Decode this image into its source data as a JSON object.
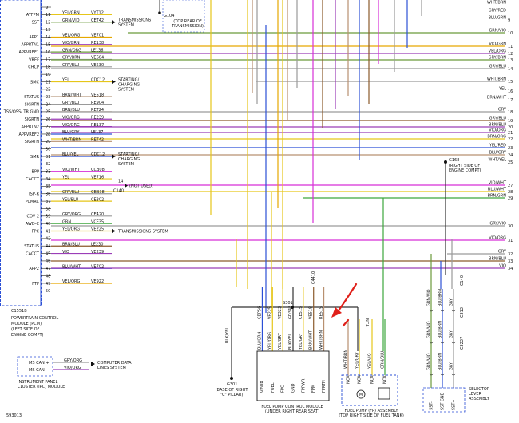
{
  "figure_code": "593013",
  "pcm": {
    "title_lines": [
      "POWERTRAIN CONTROL",
      "MODULE (PCM)",
      "(LEFT SIDE OF",
      "ENGINE COMPT)"
    ],
    "connector_code": "C1551B",
    "pins": [
      {
        "pin": "9",
        "name": "",
        "color": "",
        "circuit": "",
        "wire": ""
      },
      {
        "pin": "11",
        "name": "ATFPM",
        "color": "YEL/GRN",
        "circuit": "VYT12",
        "wire": "#e6c619"
      },
      {
        "pin": "12",
        "name": "SST",
        "color": "GRN/VIO",
        "circuit": "CET42",
        "wire": "#6a9a3a"
      },
      {
        "pin": "13",
        "name": "",
        "color": "",
        "circuit": "",
        "wire": ""
      },
      {
        "pin": "14",
        "name": "APP1",
        "color": "VEL/ORG",
        "circuit": "VE701",
        "wire": "#e6a800"
      },
      {
        "pin": "15",
        "name": "APPRTN1",
        "color": "VIO/GRN",
        "circuit": "RE138",
        "wire": "#9b3db8"
      },
      {
        "pin": "16",
        "name": "APPVREF1",
        "color": "GRN/ORG",
        "circuit": "LE136",
        "wire": "#6a9a3a"
      },
      {
        "pin": "17",
        "name": "VREF",
        "color": "GRY/BRN",
        "circuit": "VE604",
        "wire": "#9a9a9a"
      },
      {
        "pin": "18",
        "name": "CHCP",
        "color": "GRY/BLU",
        "circuit": "VE530",
        "wire": "#9a9a9a"
      },
      {
        "pin": "19",
        "name": "",
        "color": "",
        "circuit": "",
        "wire": ""
      },
      {
        "pin": "21",
        "name": "SMC",
        "color": "YEL",
        "circuit": "CDC12",
        "wire": "#e6c619"
      },
      {
        "pin": "22",
        "name": "",
        "color": "",
        "circuit": "",
        "wire": ""
      },
      {
        "pin": "23",
        "name": "STATUS",
        "color": "BRN/WHT",
        "circuit": "VE518",
        "wire": "#8b5a2b"
      },
      {
        "pin": "24",
        "name": "SIGRTN",
        "color": "GRY/BLU",
        "circuit": "RE904",
        "wire": "#9a9a9a"
      },
      {
        "pin": "25",
        "name": "TSS/OSS/ TR GND",
        "color": "BRN/BLU",
        "circuit": "RET24",
        "wire": "#8b5a2b"
      },
      {
        "pin": "26",
        "name": "SIGRTN",
        "color": "VIO/ORG",
        "circuit": "RE239",
        "wire": "#9b3db8"
      },
      {
        "pin": "27",
        "name": "APPRTN2",
        "color": "VIO/ORG",
        "circuit": "RE137",
        "wire": "#9b3db8"
      },
      {
        "pin": "28",
        "name": "APPVREF2",
        "color": "BLU/GRY",
        "circuit": "LE137",
        "wire": "#2b4fd6"
      },
      {
        "pin": "29",
        "name": "SIGRTN",
        "color": "WHT/BRN",
        "circuit": "RET42",
        "wire": "#b89070"
      },
      {
        "pin": "30",
        "name": "",
        "color": "",
        "circuit": "",
        "wire": ""
      },
      {
        "pin": "31",
        "name": "SMR",
        "color": "BLU/YEL",
        "circuit": "CDC12",
        "wire": "#2b4fd6"
      },
      {
        "pin": "32",
        "name": "",
        "color": "",
        "circuit": "",
        "wire": ""
      },
      {
        "pin": "33",
        "name": "BPP",
        "color": "VIO/WHT",
        "circuit": "CCB08",
        "wire": "#d72fd7"
      },
      {
        "pin": "34",
        "name": "CACCT",
        "color": "YEL",
        "circuit": "VE716",
        "wire": "#e6c619"
      },
      {
        "pin": "35",
        "name": "",
        "color": "",
        "circuit": "",
        "wire": ""
      },
      {
        "pin": "36",
        "name": "ISP-R",
        "color": "GRY/BLU",
        "circuit": "CBB38",
        "wire": "#9a9a9a"
      },
      {
        "pin": "37",
        "name": "PCMRC",
        "color": "YEL/BLU",
        "circuit": "CE302",
        "wire": "#e6c619"
      },
      {
        "pin": "38",
        "name": "",
        "color": "",
        "circuit": "",
        "wire": ""
      },
      {
        "pin": "39",
        "name": "COV 2",
        "color": "GRY/ORG",
        "circuit": "CE420",
        "wire": "#9a9a9a"
      },
      {
        "pin": "40",
        "name": "AWD-C",
        "color": "GRN",
        "circuit": "VCF35",
        "wire": "#3da63d"
      },
      {
        "pin": "41",
        "name": "FPC",
        "color": "YEL/ORG",
        "circuit": "VE225",
        "wire": "#e6c619"
      },
      {
        "pin": "42",
        "name": "",
        "color": "",
        "circuit": "",
        "wire": ""
      },
      {
        "pin": "44",
        "name": "STATUS",
        "color": "BRN/BLU",
        "circuit": "LE230",
        "wire": "#8b5a2b"
      },
      {
        "pin": "45",
        "name": "CACCT",
        "color": "VIO",
        "circuit": "VE239",
        "wire": "#9b3db8"
      },
      {
        "pin": "46",
        "name": "",
        "color": "",
        "circuit": "",
        "wire": ""
      },
      {
        "pin": "47",
        "name": "APP2",
        "color": "BLU/WHT",
        "circuit": "VE702",
        "wire": "#2b4fd6"
      },
      {
        "pin": "48",
        "name": "",
        "color": "",
        "circuit": "",
        "wire": ""
      },
      {
        "pin": "49",
        "name": "FTP",
        "color": "VEL/ORG",
        "circuit": "VE922",
        "wire": "#e6a800"
      },
      {
        "pin": "50",
        "name": "",
        "color": "",
        "circuit": "",
        "wire": ""
      }
    ],
    "arrow_notes": [
      {
        "pin": "12",
        "lines": [
          "TRANSMISSIONS",
          "SYSTEM"
        ]
      },
      {
        "pin": "21",
        "lines": [
          "STARTING/",
          "CHARGING",
          "SYSTEM"
        ]
      },
      {
        "pin": "31",
        "lines": [
          "STARTING/",
          "CHARGING",
          "SYSTEM"
        ]
      },
      {
        "pin": "41",
        "lines": [
          "TRANSMISSIONS SYSTEM"
        ]
      }
    ],
    "not_used_note": {
      "pin": "14",
      "connector": "C140",
      "text": "(NOT USED)"
    }
  },
  "g104": {
    "label": "G104",
    "desc": [
      "(TOP REAR OF",
      "TRANSMISSION)"
    ]
  },
  "right_labels": [
    {
      "text": "WHT/BRN",
      "pin": ""
    },
    {
      "text": "GRY/RED",
      "pin": ""
    },
    {
      "text": "BLU/GRN",
      "pin": "9"
    },
    {
      "text": "GRN/VIO",
      "pin": "10"
    },
    {
      "text": "VIO/GRN",
      "pin": "11"
    },
    {
      "text": "VEL/ORG",
      "pin": "12"
    },
    {
      "text": "GRY/BRN",
      "pin": "13"
    },
    {
      "text": "GRY/BLU",
      "pin": "14"
    },
    {
      "text": "WHT/BRN",
      "pin": "15"
    },
    {
      "text": "YEL",
      "pin": "16"
    },
    {
      "text": "BRN/WHT",
      "pin": "17"
    },
    {
      "text": "GRY",
      "pin": "18"
    },
    {
      "text": "GRY/BLU",
      "pin": "19"
    },
    {
      "text": "BRN/BLU",
      "pin": "20"
    },
    {
      "text": "VIO/ORG",
      "pin": "21"
    },
    {
      "text": "BRN/ORG",
      "pin": "22"
    },
    {
      "text": "YEL/RED",
      "pin": "23"
    },
    {
      "text": "BLU/GRY",
      "pin": "24"
    },
    {
      "text": "WHT/YEL",
      "pin": "25"
    },
    {
      "text": "VIO/WHT",
      "pin": "27"
    },
    {
      "text": "BLU/WHT",
      "pin": "28"
    },
    {
      "text": "BRN/GRN",
      "pin": "29"
    },
    {
      "text": "GRY/VIO",
      "pin": "30"
    },
    {
      "text": "VIO/ORG",
      "pin": "31"
    },
    {
      "text": "GRY",
      "pin": "32"
    },
    {
      "text": "BRN/BLU",
      "pin": "33"
    },
    {
      "text": "VIO",
      "pin": "34"
    }
  ],
  "g168": {
    "label": "G168",
    "desc": [
      "(RIGHT SIDE OF",
      "ENGINE COMPT)"
    ]
  },
  "s301": {
    "label": "S301"
  },
  "g301": {
    "label": "G301",
    "desc": [
      "(BASE OF RIGHT",
      "\"C\" PILLAR)"
    ]
  },
  "fpcm": {
    "title_lines": [
      "FUEL PUMP CONTROL MODULE",
      "(UNDER RIGHT REAR SEAT)"
    ],
    "pins": [
      {
        "name": "VPWR",
        "color": "BLU/GRN",
        "circuit": "CBP56",
        "wire": "#2b4fd6"
      },
      {
        "name": "FUEL",
        "color": "YEL/ORG",
        "circuit": "VE225",
        "wire": "#e6c619"
      },
      {
        "name": "FPC",
        "color": "YEL/GRY",
        "circuit": "VE323",
        "wire": "#e6c619"
      },
      {
        "name": "GND",
        "color": "BLK/YEL",
        "circuit": "GD348",
        "wire": "#333333"
      },
      {
        "name": "FPPWR",
        "color": "YEL/GRY",
        "circuit": "CE515",
        "wire": "#e6c619"
      },
      {
        "name": "FPM",
        "color": "BRN/WHT",
        "circuit": "VE518",
        "wire": "#8b5a2b"
      },
      {
        "name": "FPRTN",
        "color": "WHT/BRN",
        "circuit": "RE515",
        "wire": "#b89070"
      }
    ],
    "extra_connector": "C4410"
  },
  "pump": {
    "title_lines": [
      "FUEL PUMP (FP) ASSEMBLY",
      "(TOP RIGHT SIDE OF FUEL TANK)"
    ],
    "pins": [
      {
        "code": "NCA",
        "color": "WHT/BRN",
        "wire": "#b89070"
      },
      {
        "code": "NCA",
        "color": "YEL/GRY",
        "wire": "#e6c619"
      },
      {
        "code": "NCA",
        "color": "YEL/VIO",
        "wire": "#e6c619"
      },
      {
        "code": "NCA",
        "color": "GRN/BLU",
        "wire": "#3da63d"
      }
    ],
    "top_code": "NCA"
  },
  "ipc": {
    "rows": [
      {
        "label": "MS CAN +",
        "color": "GRY/ORG",
        "wire": "#9a9a9a"
      },
      {
        "label": "MS CAN -",
        "color": "VIO/ORG",
        "wire": "#9b3db8"
      }
    ],
    "arrow_note": [
      "COMPUTER DATA",
      "LINES SYSTEM"
    ],
    "title_lines": [
      "INSTRUMENT PANEL",
      "CLUSTER (IPC) MODULE"
    ]
  },
  "selector": {
    "title_lines": [
      "SELECTOR",
      "LEVER",
      "ASSEMBLY"
    ],
    "pins": [
      {
        "name": "SST-",
        "colors": [
          "GRN/VIO",
          "GRN/VIO",
          "GRN/VIO"
        ],
        "wire": "#6a9a3a"
      },
      {
        "name": "SST GND",
        "colors": [
          "BLU/BRN",
          "BLU/BRN",
          "BLU/BRN"
        ],
        "wire": "#2b4fd6"
      },
      {
        "name": "SST+",
        "colors": [
          "GRY",
          "GRY",
          "GRY"
        ],
        "wire": "#9a9a9a"
      }
    ],
    "connectors": [
      "C140",
      "C312",
      "C3227"
    ]
  }
}
